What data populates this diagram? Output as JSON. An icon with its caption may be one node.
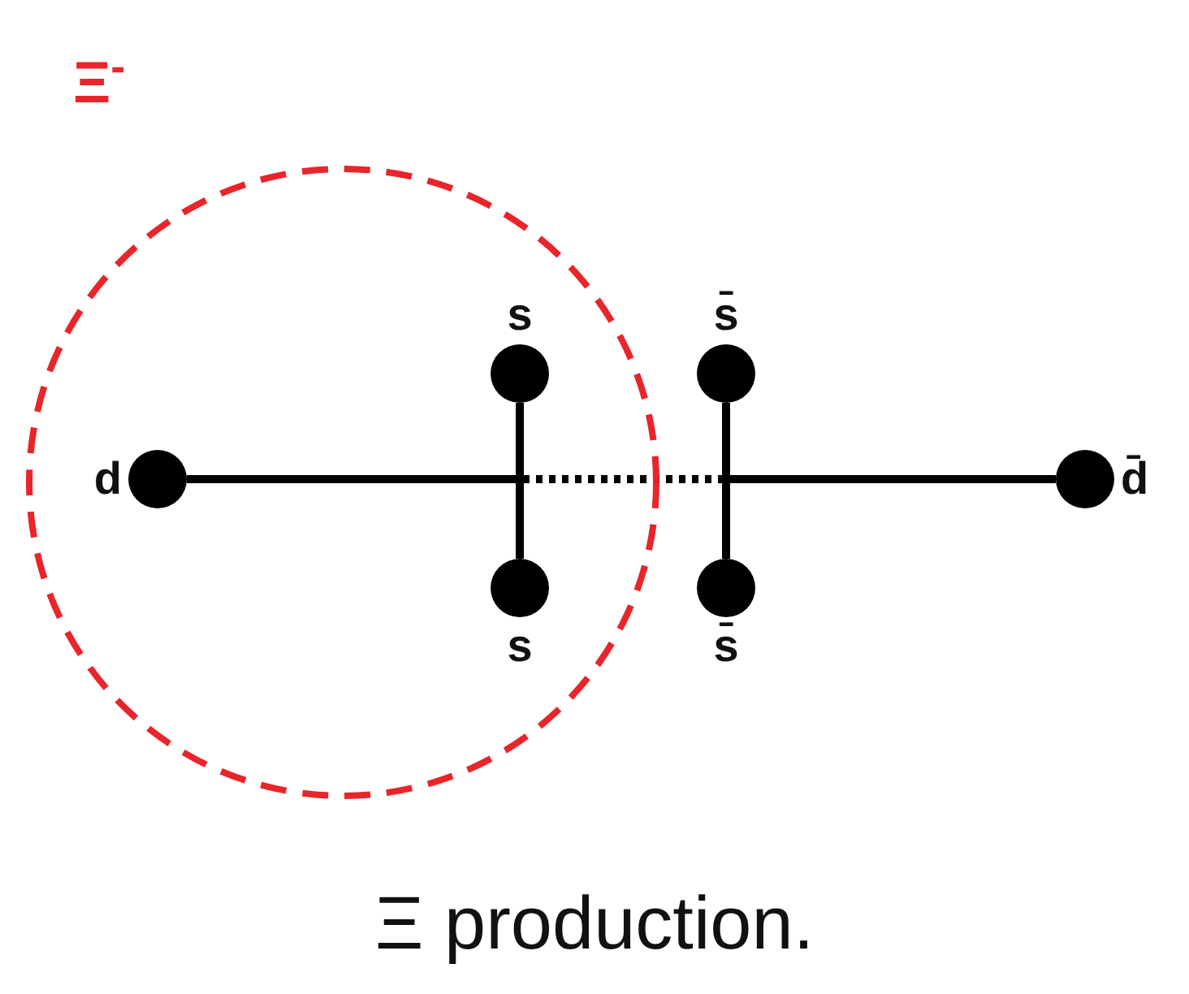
{
  "diagram": {
    "caption": "Ξ production.",
    "nodes": [
      {
        "text": [
          "Ξ$^{-}$"
        ]
      },
      {
        "text": [
          "d"
        ],
        "in": 0
      },
      {
        "text": [
          "s"
        ],
        "in": 0
      },
      {
        "text": [
          "s"
        ],
        "in": 0
      },
      {
        "text": [
          "s̄"
        ]
      },
      {
        "text": [
          "s̄"
        ]
      },
      {
        "text": [
          "d̄"
        ]
      }
    ],
    "edges": [
      {
        "from": 1,
        "to": null,
        "arrow": "none"
      },
      {
        "from": 6,
        "to": null,
        "arrow": "none"
      },
      {
        "from": 2,
        "to": 3,
        "arrow": "none"
      },
      {
        "from": 4,
        "to": 5,
        "arrow": "none"
      }
    ]
  }
}
